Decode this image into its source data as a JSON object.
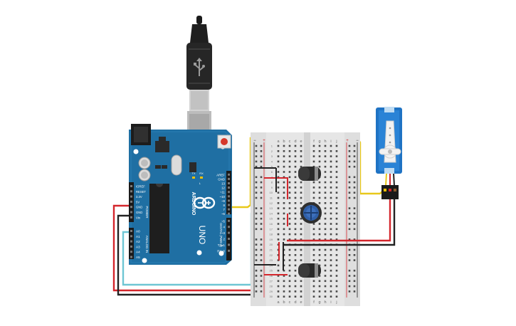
{
  "arduino": {
    "brand": "ARDUINO",
    "model": "UNO",
    "aref_label": "AREF",
    "gnd_label": "GND",
    "digital_pins": [
      "13",
      "12",
      "~11",
      "~10",
      "~9",
      "8",
      "7",
      "~6",
      "~5",
      "4",
      "~3",
      "2",
      "TX▸1",
      "RX◂0"
    ],
    "digital_section_label": "DIGITAL (PWM ~)",
    "power_pins": [
      "IOREF",
      "RESET",
      "3.3V",
      "5V",
      "GND",
      "GND",
      "Vin"
    ],
    "power_section_label": "POWER",
    "analog_pins": [
      "A0",
      "A1",
      "A2",
      "A3",
      "A4",
      "A5"
    ],
    "analog_section_label": "ANALOG IN",
    "led_labels": [
      "TX",
      "RX",
      "L",
      "ON"
    ]
  },
  "breadboard": {
    "columns_left": [
      "a",
      "b",
      "c",
      "d",
      "e"
    ],
    "columns_right": [
      "f",
      "g",
      "h",
      "i",
      "j"
    ],
    "rail_plus": "+",
    "rail_minus": "−",
    "visible_row_numbers": [
      "1",
      "2",
      "3",
      "4",
      "5",
      "6",
      "7",
      "8",
      "9",
      "10",
      "11",
      "12",
      "13",
      "14",
      "15",
      "16",
      "17",
      "18",
      "19",
      "20",
      "21",
      "22",
      "23",
      "24",
      "25",
      "26",
      "27",
      "28",
      "29",
      "30"
    ]
  },
  "colors": {
    "board": "#1f6fa3",
    "board_dark": "#1a5f8e",
    "breadboard": "#e6e6e6",
    "wire_red": "#d4262c",
    "wire_black": "#222222",
    "wire_yellow": "#e8c81a",
    "wire_cyan": "#6ec6d4",
    "servo": "#1f73c4",
    "pot_knob": "#2f5fa8",
    "capacitor": "#2a2a2a"
  },
  "components": [
    "usb-cable",
    "arduino-uno",
    "breadboard",
    "capacitor",
    "potentiometer",
    "capacitor",
    "servo-motor"
  ]
}
